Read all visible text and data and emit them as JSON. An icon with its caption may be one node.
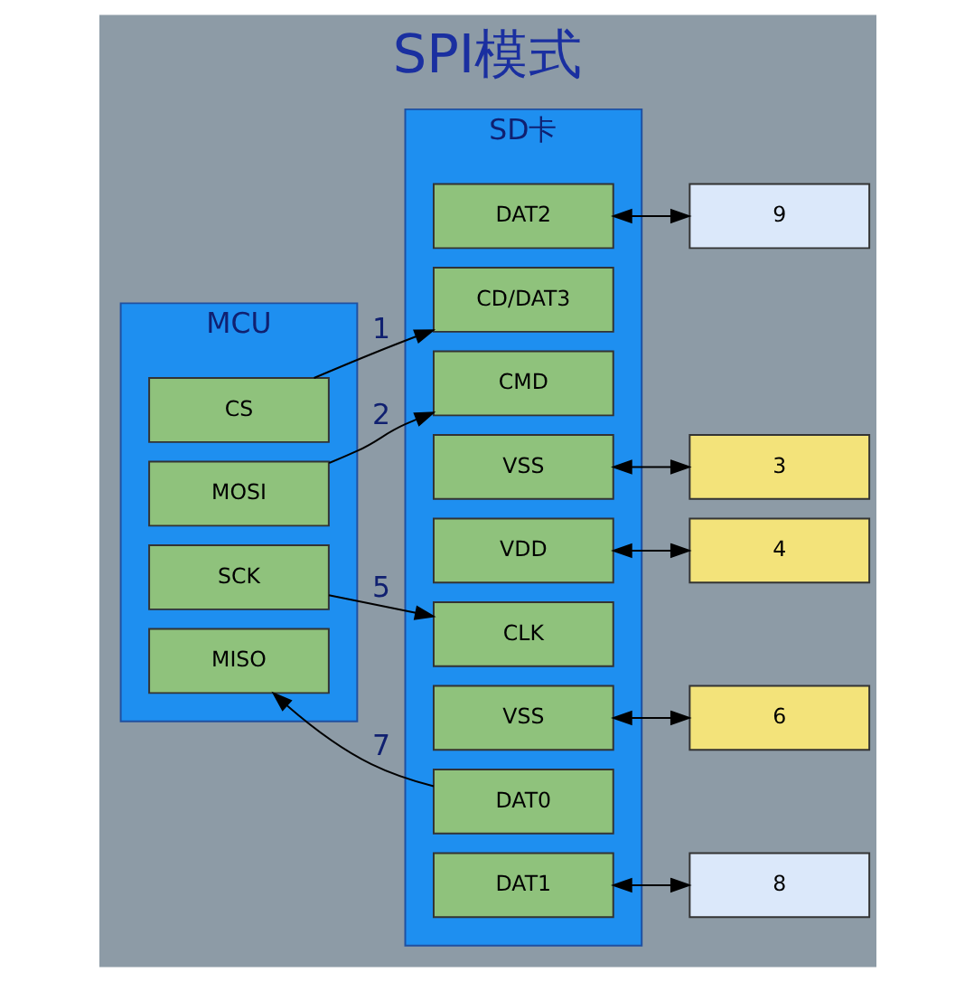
{
  "diagram": {
    "title": "SPI模式",
    "nodes": [
      {
        "text": [
          "MCU"
        ]
      },
      {
        "text": [
          "CS"
        ],
        "in": 0
      },
      {
        "text": [
          "MOSI"
        ],
        "in": 0
      },
      {
        "text": [
          "SCK"
        ],
        "in": 0
      },
      {
        "text": [
          "MISO"
        ],
        "in": 0
      },
      {
        "text": [
          "SD卡"
        ]
      },
      {
        "text": [
          "DAT2"
        ],
        "in": 5
      },
      {
        "text": [
          "CD/DAT3"
        ],
        "in": 5
      },
      {
        "text": [
          "CMD"
        ],
        "in": 5
      },
      {
        "text": [
          "VSS"
        ],
        "in": 5
      },
      {
        "text": [
          "VDD"
        ],
        "in": 5
      },
      {
        "text": [
          "CLK"
        ],
        "in": 5
      },
      {
        "text": [
          "VSS"
        ],
        "in": 5
      },
      {
        "text": [
          "DAT0"
        ],
        "in": 5
      },
      {
        "text": [
          "DAT1"
        ],
        "in": 5
      },
      {
        "text": [
          "9"
        ]
      },
      {
        "text": [
          "3"
        ]
      },
      {
        "text": [
          "4"
        ]
      },
      {
        "text": [
          "6"
        ]
      },
      {
        "text": [
          "8"
        ]
      }
    ],
    "edges": [
      {
        "from": 1,
        "to": 7,
        "arrow": "to",
        "label": "1"
      },
      {
        "from": 2,
        "to": 8,
        "arrow": "to",
        "label": "2"
      },
      {
        "from": 3,
        "to": 11,
        "arrow": "to",
        "label": "5"
      },
      {
        "from": 13,
        "to": 4,
        "arrow": "to",
        "label": "7"
      },
      {
        "from": 6,
        "to": 15,
        "arrow": "both"
      },
      {
        "from": 9,
        "to": 16,
        "arrow": "both"
      },
      {
        "from": 10,
        "to": 17,
        "arrow": "both"
      },
      {
        "from": 12,
        "to": 18,
        "arrow": "both"
      },
      {
        "from": 14,
        "to": 19,
        "arrow": "both"
      }
    ]
  }
}
